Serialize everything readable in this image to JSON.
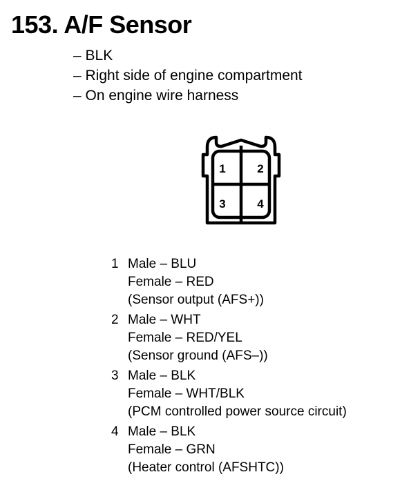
{
  "header": {
    "title": "153. A/F Sensor"
  },
  "info": {
    "lines": [
      "– BLK",
      "– Right side of engine compartment",
      "– On engine wire harness"
    ]
  },
  "connector": {
    "terminals": [
      "1",
      "2",
      "3",
      "4"
    ]
  },
  "pins": [
    {
      "number": "1",
      "male": "Male – BLU",
      "female": "Female – RED",
      "description": "(Sensor output (AFS+))"
    },
    {
      "number": "2",
      "male": "Male – WHT",
      "female": "Female – RED/YEL",
      "description": "(Sensor ground (AFS–))"
    },
    {
      "number": "3",
      "male": "Male – BLK",
      "female": "Female – WHT/BLK",
      "description": "(PCM controlled power source circuit)"
    },
    {
      "number": "4",
      "male": "Male – BLK",
      "female": "Female – GRN",
      "description": "(Heater control (AFSHTC))"
    }
  ]
}
